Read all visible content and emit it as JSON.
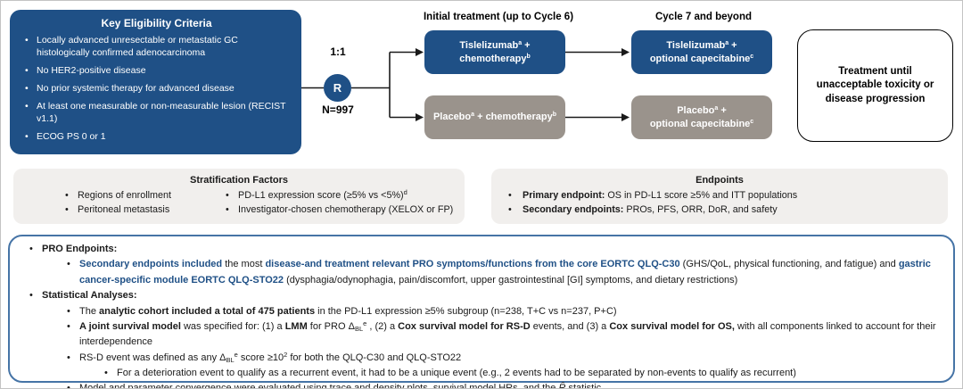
{
  "colors": {
    "primary": "#1F5086",
    "arm_gray": "#9A938C",
    "panel_bg": "#F1EFED",
    "accent": "#1F5086",
    "notes_border": "#4674A6"
  },
  "eligibility": {
    "title": "Key Eligibility Criteria",
    "items": [
      "Locally advanced unresectable or metastatic GC histologically confirmed adenocarcinoma",
      "No HER2-positive disease",
      "No prior systemic therapy for advanced disease",
      "At least one measurable or non-measurable lesion (RECIST v1.1)",
      "ECOG PS 0 or 1"
    ]
  },
  "randomization": {
    "ratio": "1:1",
    "label": "R",
    "n": "N=997"
  },
  "flow": {
    "initial_header": "Initial treatment (up to Cycle 6)",
    "beyond_header": "Cycle 7 and beyond",
    "arm_initial_tis": [
      {
        "t": "Tislelizumab"
      },
      {
        "t": "a",
        "sup": true
      },
      {
        "t": " +"
      },
      {
        "br": true
      },
      {
        "t": "chemotherapy"
      },
      {
        "t": "b",
        "sup": true
      }
    ],
    "arm_initial_pbo": [
      {
        "t": "Placebo"
      },
      {
        "t": "a",
        "sup": true
      },
      {
        "t": " + chemotherapy"
      },
      {
        "t": "b",
        "sup": true
      }
    ],
    "arm_beyond_tis": [
      {
        "t": "Tislelizumab"
      },
      {
        "t": "a",
        "sup": true
      },
      {
        "t": " +"
      },
      {
        "br": true
      },
      {
        "t": "optional capecitabine"
      },
      {
        "t": "c",
        "sup": true
      }
    ],
    "arm_beyond_pbo": [
      {
        "t": "Placebo"
      },
      {
        "t": "a",
        "sup": true
      },
      {
        "t": " +"
      },
      {
        "br": true
      },
      {
        "t": "optional capecitabine"
      },
      {
        "t": "c",
        "sup": true
      }
    ],
    "outcome": "Treatment until unacceptable toxicity or disease progression"
  },
  "stratification": {
    "title": "Stratification Factors",
    "col1": [
      "Regions of enrollment",
      "Peritoneal metastasis"
    ],
    "col2": [
      [
        {
          "t": "PD-L1 expression score (≥5% vs <5%)"
        },
        {
          "t": "d",
          "sup": true
        }
      ],
      [
        {
          "t": "Investigator-chosen chemotherapy (XELOX or FP)"
        }
      ]
    ]
  },
  "endpoints": {
    "title": "Endpoints",
    "items": [
      [
        {
          "t": "Primary endpoint:",
          "b": true
        },
        {
          "t": " OS in PD-L1 score ≥5% and ITT populations"
        }
      ],
      [
        {
          "t": "Secondary endpoints:",
          "b": true
        },
        {
          "t": " PROs, PFS, ORR, DoR, and safety"
        }
      ]
    ]
  },
  "notes": {
    "lines": [
      {
        "level": 1,
        "segs": [
          {
            "t": "PRO Endpoints:",
            "b": true
          }
        ]
      },
      {
        "level": 2,
        "segs": [
          {
            "t": "Secondary endpoints included",
            "b": true,
            "c": "accent"
          },
          {
            "t": " the most "
          },
          {
            "t": "disease-and treatment relevant PRO symptoms/functions from the core EORTC QLQ-C30",
            "b": true,
            "c": "accent"
          },
          {
            "t": " (GHS/QoL, physical functioning, and fatigue) and "
          },
          {
            "t": "gastric cancer-specific module EORTC QLQ-STO22",
            "b": true,
            "c": "accent"
          },
          {
            "t": " (dysphagia/odynophagia, pain/discomfort, upper gastrointestinal [GI] symptoms, and dietary restrictions)"
          }
        ]
      },
      {
        "level": 1,
        "segs": [
          {
            "t": "Statistical Analyses:",
            "b": true
          }
        ]
      },
      {
        "level": 2,
        "segs": [
          {
            "t": "The "
          },
          {
            "t": "analytic cohort included a total of 475 patients",
            "b": true
          },
          {
            "t": " in the PD-L1 expression ≥5% subgroup (n=238, T+C vs n=237, P+C)"
          }
        ]
      },
      {
        "level": 2,
        "segs": [
          {
            "t": "A joint survival model",
            "b": true
          },
          {
            "t": " was specified for: (1) a "
          },
          {
            "t": "LMM",
            "b": true
          },
          {
            "t": " for PRO Δ"
          },
          {
            "t": "BL",
            "sub": true
          },
          {
            "t": "e",
            "sup": true
          },
          {
            "t": " , (2) a "
          },
          {
            "t": "Cox survival model for RS-D",
            "b": true
          },
          {
            "t": " events, and (3) a "
          },
          {
            "t": "Cox survival model for OS,",
            "b": true
          },
          {
            "t": " with all components linked to account for their interdependence"
          }
        ]
      },
      {
        "level": 2,
        "segs": [
          {
            "t": "RS-D event was defined as any Δ"
          },
          {
            "t": "BL",
            "sub": true
          },
          {
            "t": "e",
            "sup": true
          },
          {
            "t": " score ≥10"
          },
          {
            "t": "2",
            "sup": true
          },
          {
            "t": " for both the QLQ-C30 and QLQ-STO22"
          }
        ]
      },
      {
        "level": 3,
        "segs": [
          {
            "t": "For a deterioration event to qualify as a recurrent event, it had to be a unique event (e.g., 2 events had to be separated by non-events to qualify as recurrent)"
          }
        ]
      },
      {
        "level": 2,
        "segs": [
          {
            "t": "Model and parameter convergence were evaluated using trace and density plots, survival model HRs, and the "
          },
          {
            "t": "R̂",
            "i": true
          },
          {
            "t": " statistic"
          }
        ]
      }
    ]
  }
}
